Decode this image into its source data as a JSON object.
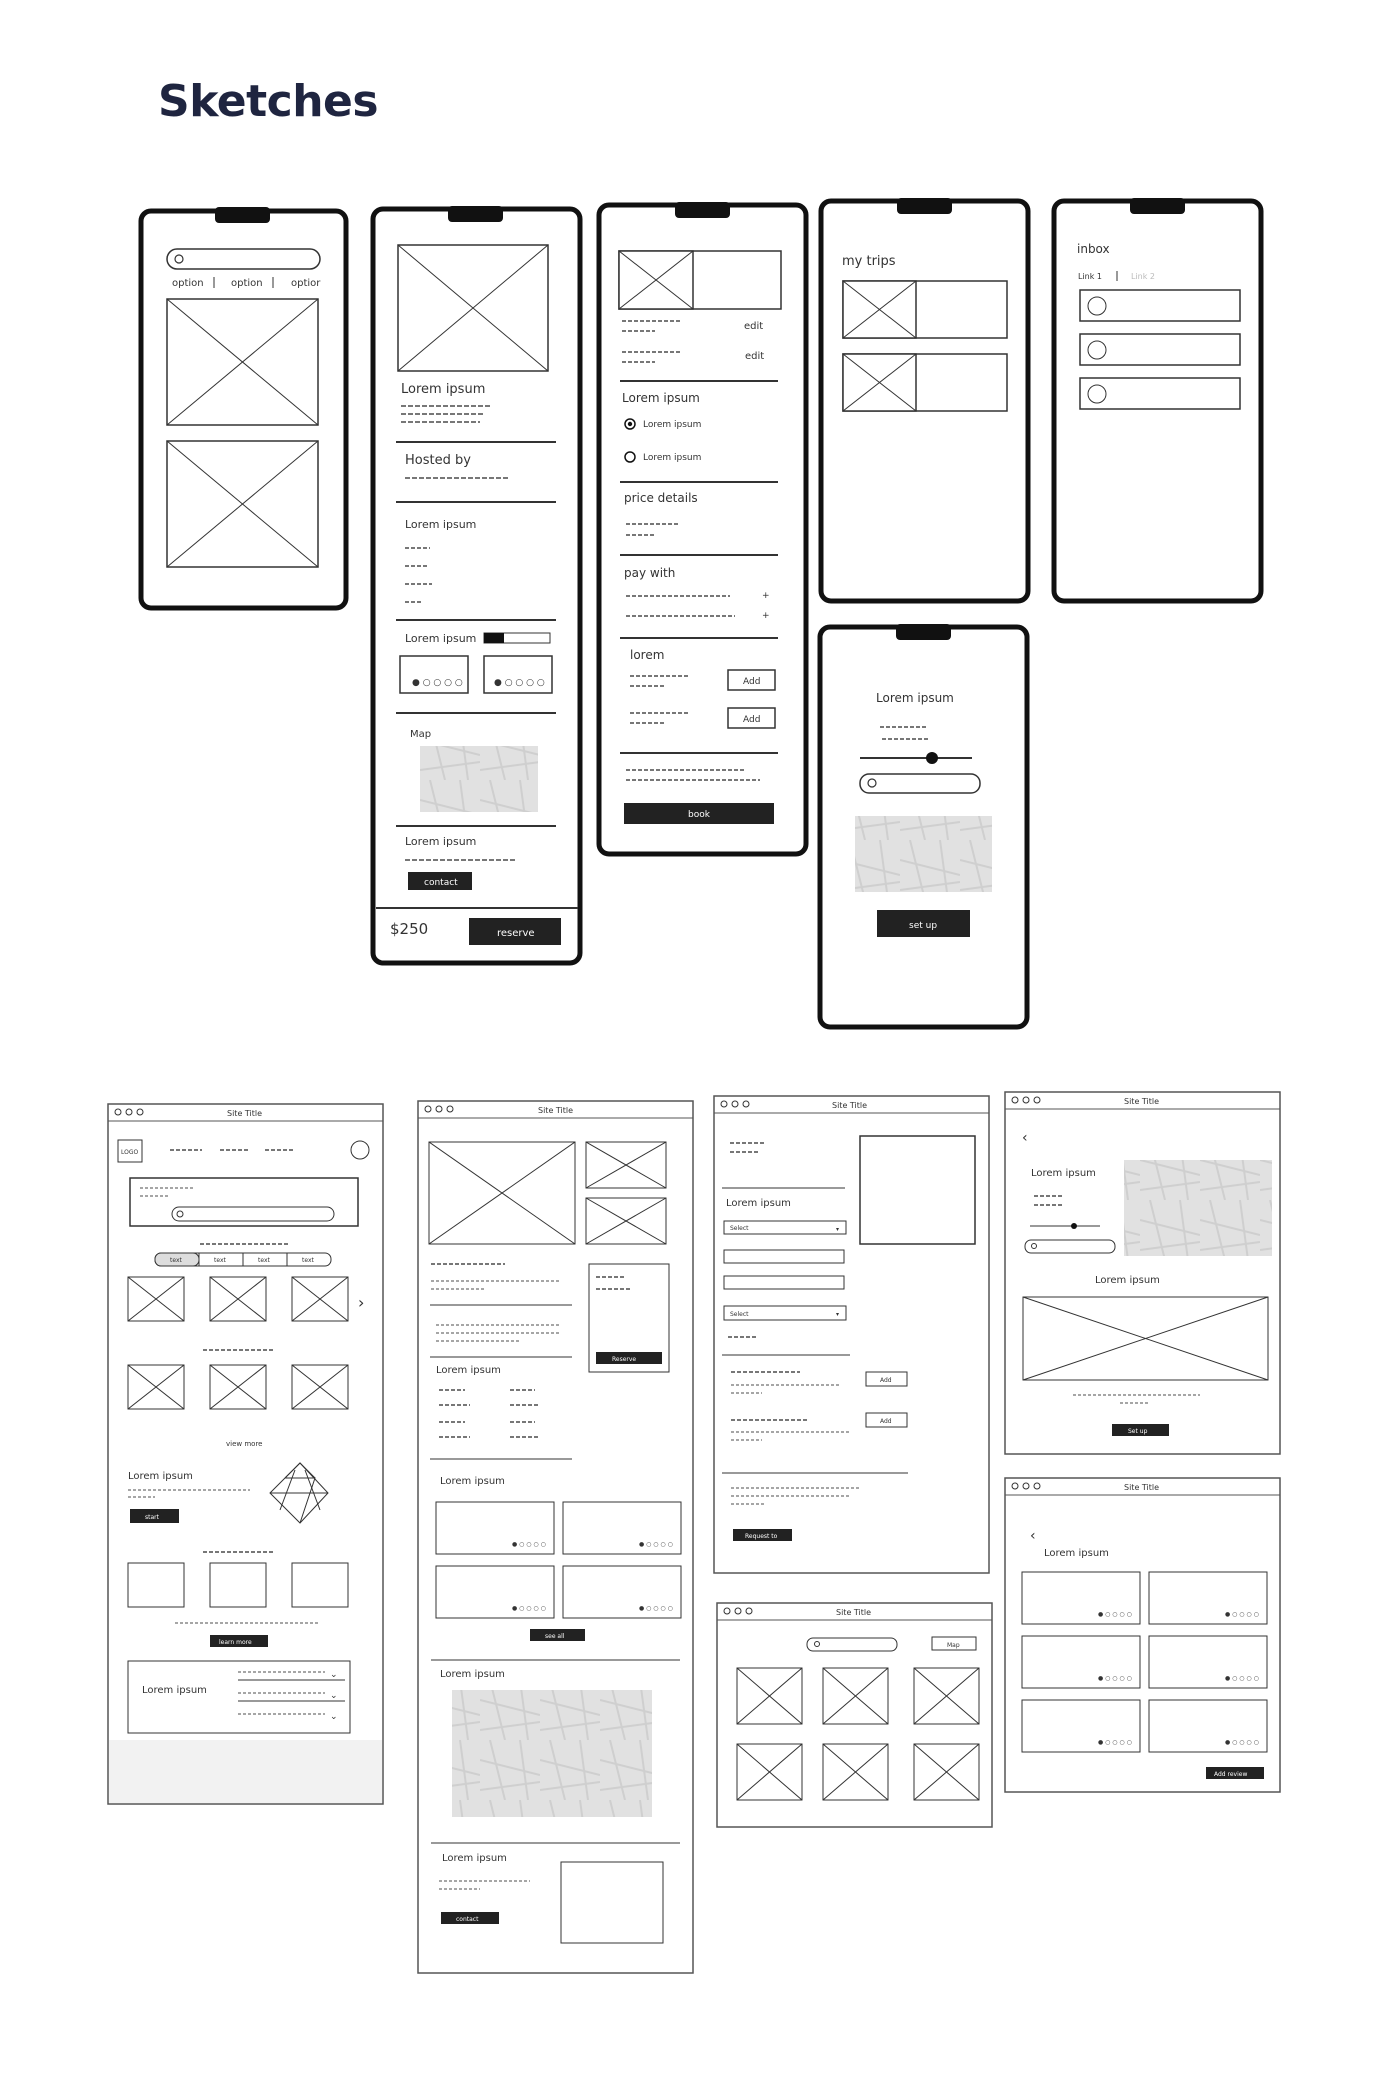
{
  "page": {
    "title": "Sketches"
  },
  "phones": {
    "home": {
      "options": [
        "option",
        "option",
        "optior"
      ]
    },
    "listing": {
      "heading": "Lorem ipsum",
      "hosted_by": "Hosted by",
      "section": "Lorem ipsum",
      "rating_label": "Lorem ipsum",
      "map_label": "Map",
      "contact_heading": "Lorem ipsum",
      "contact_button": "contact",
      "price": "$250",
      "reserve_button": "reserve"
    },
    "checkout": {
      "edit": "edit",
      "heading": "Lorem ipsum",
      "radio_1": "Lorem ipsum",
      "radio_2": "Lorem ipsum",
      "price_details": "price details",
      "pay_with": "pay with",
      "lorem": "lorem",
      "add": "Add",
      "book_button": "book"
    },
    "trips": {
      "title": "my trips"
    },
    "inbox": {
      "title": "inbox",
      "link_1": "Link 1",
      "link_2": "Link 2"
    },
    "setup": {
      "heading": "Lorem ipsum",
      "button": "set up"
    }
  },
  "desktops": {
    "site_title": "Site Title",
    "home": {
      "logo": "LOGO",
      "tabs": [
        "text",
        "text",
        "text",
        "text"
      ],
      "view_more": "view more",
      "promo_heading": "Lorem ipsum",
      "start_button": "start",
      "learn_more_button": "learn more",
      "faq_heading": "Lorem ipsum"
    },
    "listing": {
      "reserve_button": "Reserve",
      "section": "Lorem ipsum",
      "reviews_heading": "Lorem ipsum",
      "see_all_button": "see all",
      "map_heading": "Lorem ipsum",
      "host_heading": "Lorem ipsum",
      "contact_button": "contact"
    },
    "form": {
      "heading": "Lorem ipsum",
      "select": "Select",
      "add": "Add",
      "request_button": "Request to"
    },
    "map_page": {
      "heading": "Lorem ipsum",
      "section": "Lorem ipsum",
      "button": "Set up"
    },
    "search_grid": {
      "map_button": "Map"
    },
    "reviews": {
      "heading": "Lorem ipsum",
      "add_review_button": "Add review"
    }
  },
  "colors": {
    "title": "#1f2540",
    "ink": "#111111",
    "map_fill": "#e1e1e1"
  }
}
